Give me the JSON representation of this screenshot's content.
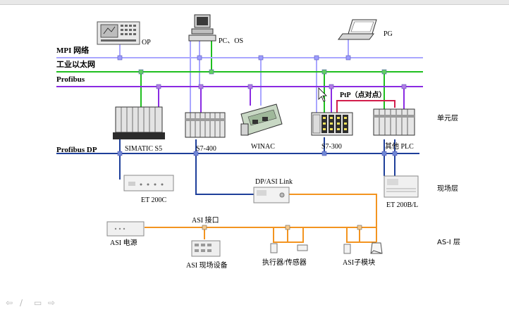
{
  "buses": {
    "mpi": "MPI 网络",
    "ethernet": "工业以太网",
    "profibus": "Profibus",
    "profibus_dp": "Profibus DP"
  },
  "devices": {
    "op": "OP",
    "pc_os": "PC、OS",
    "pg": "PG",
    "ptp": "PtP（点对点）",
    "simatic_s5": "SIMATIC S5",
    "s7_400": "S7-400",
    "winac": "WINAC",
    "s7_300": "S7-300",
    "other_plc": "其他 PLC",
    "et200c": "ET 200C",
    "dp_asi_link": "DP/ASI Link",
    "et200bl": "ET 200B/L",
    "asi_interface": "ASI 接口",
    "asi_power": "ASI 电源",
    "asi_field_device": "ASI 现场设备",
    "actuator_sensor": "执行器/传感器",
    "asi_submodule": "ASI子模块"
  },
  "layers": {
    "unit": "单元层",
    "field": "现场层",
    "asi": "AS-I 层"
  },
  "colors": {
    "mpi": "#a9a6ff",
    "ethernet": "#1fbf1f",
    "profibus": "#8a2be2",
    "profibus_dp": "#1e3f9a",
    "asi": "#f39420",
    "ptp": "#d21d4b"
  },
  "icons": {
    "nav_back": "arrow-left-icon",
    "nav_pen": "pen-icon",
    "nav_menu": "menu-icon",
    "nav_forward": "arrow-right-icon"
  }
}
